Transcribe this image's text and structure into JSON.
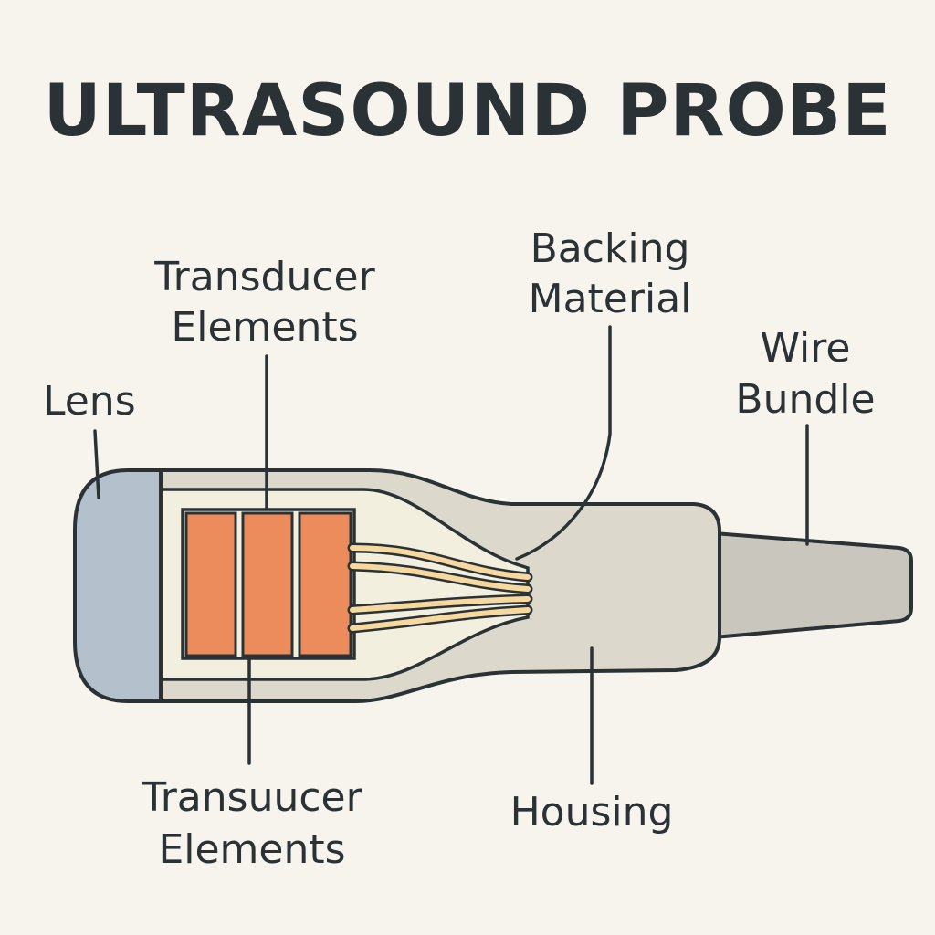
{
  "title": "ULTRASOUND PROBE",
  "labels": {
    "lens": "Lens",
    "transducer_top_line1": "Transducer",
    "transducer_top_line2": "Elements",
    "backing_line1": "Backing",
    "backing_line2": "Material",
    "wire_line1": "Wire",
    "wire_line2": "Bundle",
    "transducer_bottom_line1": "Transuucer",
    "transducer_bottom_line2": "Elements",
    "housing": "Housing"
  },
  "colors": {
    "background": "#f7f4ee",
    "outline": "#2a3236",
    "housing_fill": "#dcd9cc",
    "inner_cavity_fill": "#f2efde",
    "lens_fill": "#b4c0cc",
    "element_fill": "#ec8c5c",
    "wire_fill": "#f7d9a0",
    "cable_fill": "#c8c6bd"
  }
}
